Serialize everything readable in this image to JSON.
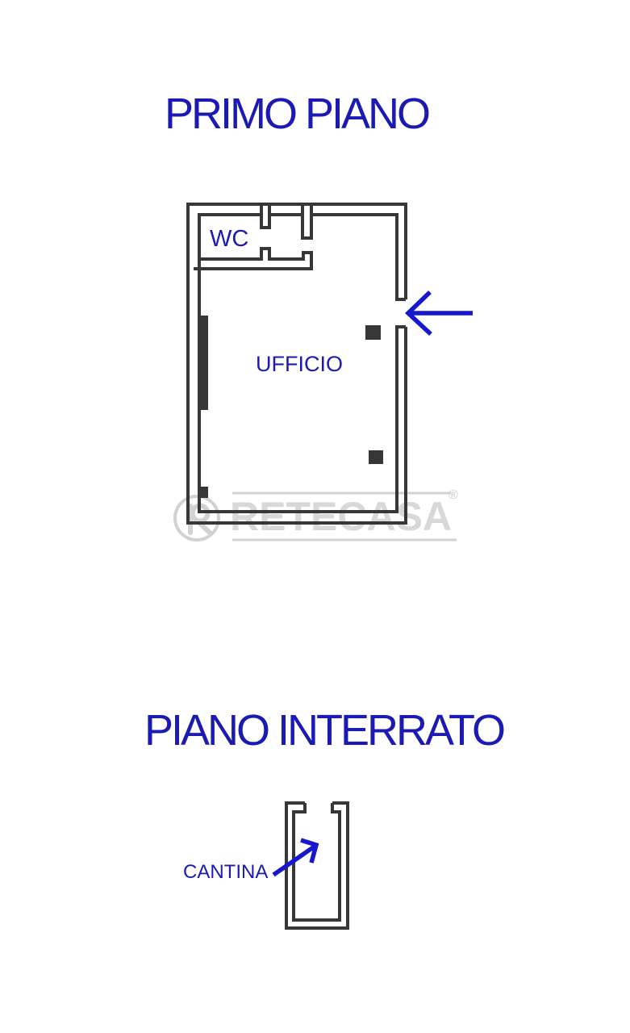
{
  "page": {
    "background": "#ffffff",
    "type": "real-estate floor plan sheet"
  },
  "floor1": {
    "title": "PRIMO PIANO",
    "rooms": [
      {
        "label": "WC"
      },
      {
        "label": "UFFICIO"
      }
    ],
    "icons": [
      {
        "name": "entrance-arrow-icon",
        "meaning": "entrance direction arrow pointing left into door opening"
      }
    ]
  },
  "floor2": {
    "title": "PIANO INTERRATO",
    "rooms": [
      {
        "label": "CANTINA"
      }
    ],
    "icons": [
      {
        "name": "cantina-arrow-icon",
        "meaning": "arrow from CANTINA label pointing into room"
      }
    ]
  },
  "watermark": {
    "brand": "RETECASA",
    "registered": "®",
    "logo": "retecasa-r-circle-logo"
  },
  "colors": {
    "label_blue": "#1b1bb3",
    "arrow_blue": "#1717cf",
    "wall_dark": "#373737",
    "watermark_gray": "#d8d8d8",
    "background": "#ffffff"
  }
}
